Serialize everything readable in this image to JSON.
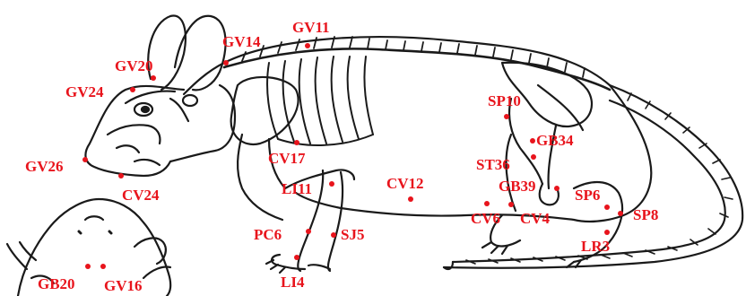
{
  "colors": {
    "label": "#e8141c",
    "line": "#1a1a1a",
    "fill": "#ffffff"
  },
  "acupoints": [
    {
      "id": "GV11",
      "label": "GV11"
    },
    {
      "id": "GV14",
      "label": "GV14"
    },
    {
      "id": "GV20",
      "label": "GV20"
    },
    {
      "id": "GV24",
      "label": "GV24"
    },
    {
      "id": "GV26",
      "label": "GV26"
    },
    {
      "id": "CV24",
      "label": "CV24"
    },
    {
      "id": "CV17",
      "label": "CV17"
    },
    {
      "id": "LI11",
      "label": "LI11"
    },
    {
      "id": "CV12",
      "label": "CV12"
    },
    {
      "id": "PC6",
      "label": "PC6"
    },
    {
      "id": "SJ5",
      "label": "SJ5"
    },
    {
      "id": "LI4",
      "label": "LI4"
    },
    {
      "id": "GB20",
      "label": "GB20"
    },
    {
      "id": "GV16",
      "label": "GV16"
    },
    {
      "id": "SP10",
      "label": "SP10"
    },
    {
      "id": "GB34",
      "label": "GB34"
    },
    {
      "id": "ST36",
      "label": "ST36"
    },
    {
      "id": "GB39",
      "label": "GB39"
    },
    {
      "id": "CV6",
      "label": "CV6"
    },
    {
      "id": "CV4",
      "label": "CV4"
    },
    {
      "id": "SP6",
      "label": "SP6"
    },
    {
      "id": "SP8",
      "label": "SP8"
    },
    {
      "id": "LR3",
      "label": "LR3"
    }
  ]
}
